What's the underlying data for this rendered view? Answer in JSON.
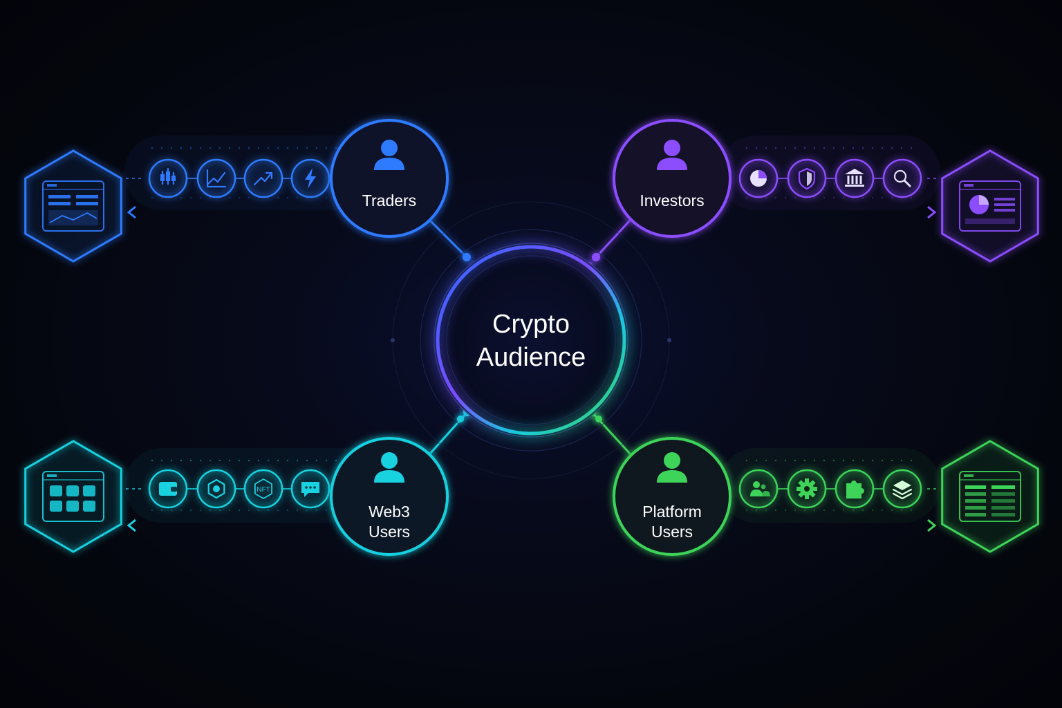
{
  "center": {
    "lines": [
      "Crypto",
      "Audience"
    ]
  },
  "groups": [
    {
      "id": "traders",
      "lines": [
        "Traders"
      ],
      "color": "#2f7bff",
      "dash_icon": "dashboard-chart-icon",
      "icons": [
        "candlestick-icon",
        "line-chart-icon",
        "trending-up-icon",
        "lightning-icon"
      ]
    },
    {
      "id": "investors",
      "lines": [
        "Investors"
      ],
      "color": "#8c4dff",
      "dash_icon": "dashboard-pie-icon",
      "icons": [
        "pie-chart-icon",
        "shield-icon",
        "bank-icon",
        "search-icon"
      ]
    },
    {
      "id": "web3",
      "lines": [
        "Web3",
        "Users"
      ],
      "color": "#19d2e0",
      "dash_icon": "dashboard-grid-icon",
      "icons": [
        "wallet-icon",
        "token-icon",
        "nft-icon",
        "chat-icon"
      ],
      "nft_label": "NFT"
    },
    {
      "id": "platform",
      "lines": [
        "Platform",
        "Users"
      ],
      "color": "#3ed45a",
      "dash_icon": "dashboard-table-icon",
      "icons": [
        "users-icon",
        "gear-icon",
        "puzzle-icon",
        "layers-icon"
      ]
    }
  ]
}
